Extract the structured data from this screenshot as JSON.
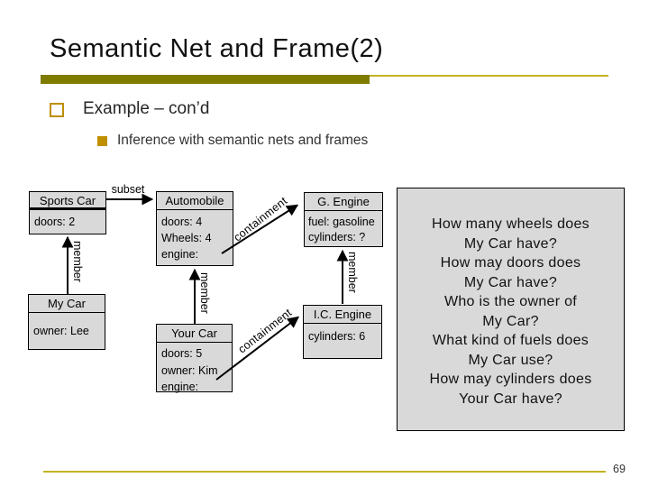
{
  "slide": {
    "title": "Semantic Net and Frame(2)",
    "bullet1": "Example – con’d",
    "bullet2": "Inference with semantic nets and frames",
    "page_number": "69"
  },
  "colors": {
    "accent_olive": "#7f7b00",
    "accent_yellow": "#c2b322",
    "bullet_gold": "#bf8f00",
    "node_fill": "#d9d9d9",
    "node_border": "#000000"
  },
  "diagram": {
    "nodes": {
      "sports_car": {
        "title": "Sports Car",
        "attrs": [
          "doors: 2"
        ]
      },
      "automobile": {
        "title": "Automobile",
        "attrs": [
          "doors: 4",
          "Wheels: 4",
          "engine:"
        ]
      },
      "g_engine": {
        "title": "G. Engine",
        "attrs": [
          "fuel: gasoline",
          "cylinders: ?"
        ]
      },
      "my_car": {
        "title": "My Car",
        "attrs": [
          "owner: Lee"
        ]
      },
      "your_car": {
        "title": "Your Car",
        "attrs": [
          "doors: 5",
          "owner: Kim",
          "engine:"
        ]
      },
      "ic_engine": {
        "title": "I.C. Engine",
        "attrs": [
          "cylinders: 6"
        ]
      }
    },
    "edges": {
      "subset": {
        "label": "subset",
        "from": "Sports Car",
        "to": "Automobile"
      },
      "member_my_car": {
        "label": "member",
        "from": "My Car",
        "to": "Sports Car"
      },
      "member_your_car": {
        "label": "member",
        "from": "Your Car",
        "to": "Automobile"
      },
      "member_ic_engine": {
        "label": "member",
        "from": "I.C. Engine",
        "to": "G. Engine"
      },
      "containment_engine": {
        "label": "containment",
        "from": "Automobile",
        "to": "G. Engine"
      },
      "containment_ic": {
        "label": "containment",
        "from": "Your Car",
        "to": "I.C. Engine"
      }
    }
  },
  "question_box": {
    "lines": [
      "How many wheels does",
      "My Car have?",
      "How may doors does",
      "My Car have?",
      "Who is the owner of",
      "My Car?",
      "What kind of fuels does",
      "My Car use?",
      "How may cylinders does",
      "Your Car have?"
    ]
  }
}
